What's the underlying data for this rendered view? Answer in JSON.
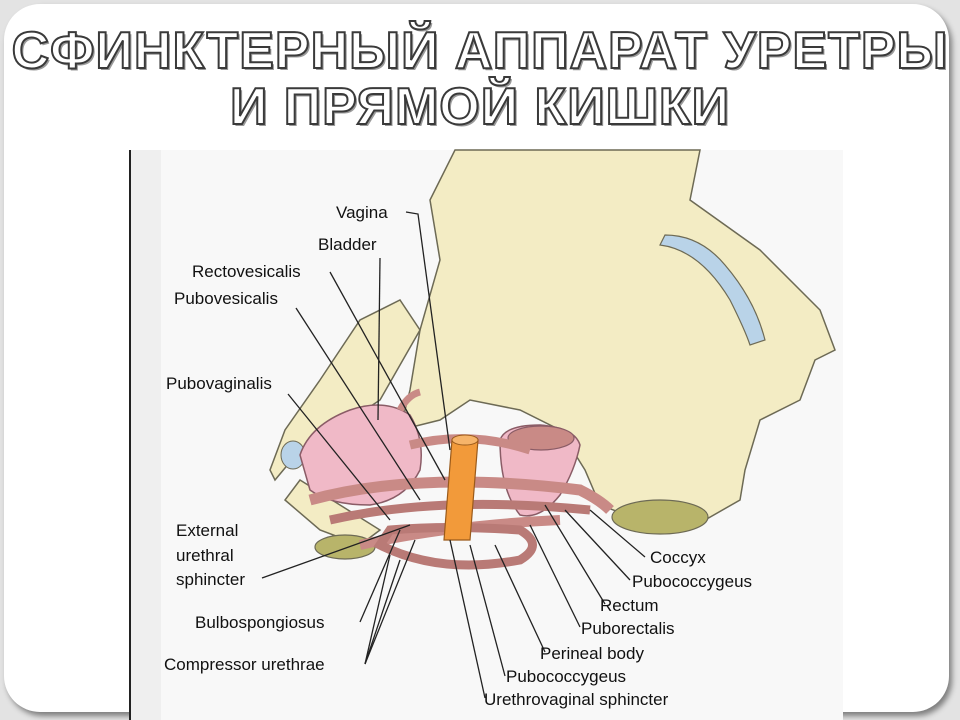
{
  "slide": {
    "title_line1": "СФИНКТЕРНЫЙ АППАРАТ УРЕТРЫ",
    "title_line2": "И ПРЯМОЙ КИШКИ"
  },
  "labels": {
    "vagina": "Vagina",
    "bladder": "Bladder",
    "rectovesicalis": "Rectovesicalis",
    "pubovesicalis": "Pubovesicalis",
    "pubovaginalis": "Pubovaginalis",
    "external_1": "External",
    "external_2": "urethral",
    "external_3": "sphincter",
    "bulbospongiosus": "Bulbospongiosus",
    "compressor_urethrae": "Compressor urethrae",
    "coccyx": "Coccyx",
    "pubococcygeus_right": "Pubococcygeus",
    "rectum": "Rectum",
    "puborectalis": "Puborectalis",
    "perineal_body": "Perineal body",
    "pubococcygeus_bottom": "Pubococcygeus",
    "urethrovaginal_sphincter": "Urethrovaginal sphincter"
  },
  "colors": {
    "bone": "#f3ecc4",
    "bone_outline": "#6d6a55",
    "bladder": "#f0b9c7",
    "muscle": "#c98a86",
    "vagina": "#f29a3a",
    "cartilage": "#b9d3e8",
    "cut_bone": "#b8b46a"
  }
}
